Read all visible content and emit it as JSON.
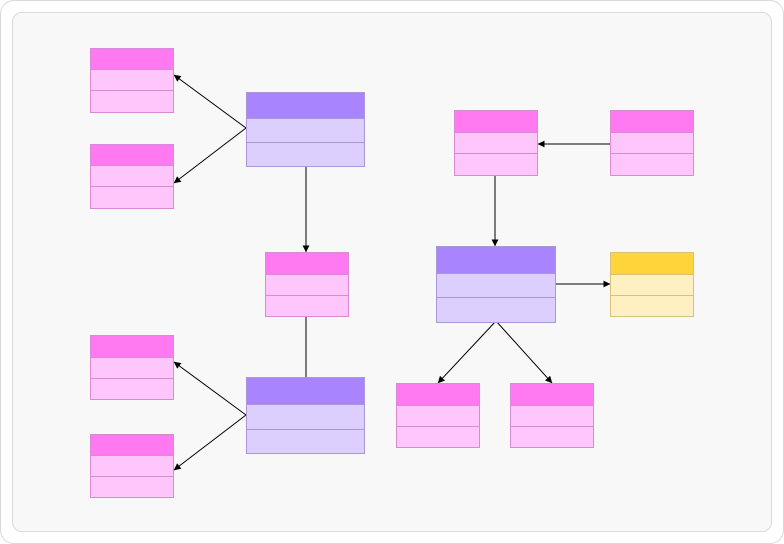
{
  "diagram": {
    "colors": {
      "pink_header": "#ff79f0",
      "pink_body": "#ffc6fb",
      "pink_border": "#d98bd2",
      "purple_header": "#a884ff",
      "purple_body": "#dccffd",
      "purple_border": "#a997d6",
      "yellow_header": "#ffd43a",
      "yellow_body": "#fff0c3",
      "yellow_border": "#d8c27a",
      "edge": "#000000"
    },
    "nodes": [
      {
        "id": "left-top-class-a",
        "theme": "pink",
        "rows": 3
      },
      {
        "id": "left-top-class-b",
        "theme": "pink",
        "rows": 3
      },
      {
        "id": "upper-center-class",
        "theme": "purple",
        "rows": 3
      },
      {
        "id": "middle-center-class",
        "theme": "pink",
        "rows": 3
      },
      {
        "id": "lower-center-class",
        "theme": "purple",
        "rows": 3
      },
      {
        "id": "left-bottom-class-a",
        "theme": "pink",
        "rows": 3
      },
      {
        "id": "left-bottom-class-b",
        "theme": "pink",
        "rows": 3
      },
      {
        "id": "right-top-class-a",
        "theme": "pink",
        "rows": 3
      },
      {
        "id": "right-top-class-b",
        "theme": "pink",
        "rows": 3
      },
      {
        "id": "right-center-class",
        "theme": "purple",
        "rows": 3
      },
      {
        "id": "right-yellow-class",
        "theme": "yellow",
        "rows": 3
      },
      {
        "id": "right-bottom-class-a",
        "theme": "pink",
        "rows": 3
      },
      {
        "id": "right-bottom-class-b",
        "theme": "pink",
        "rows": 3
      }
    ],
    "edges": [
      {
        "from": "upper-center-class",
        "to": "left-top-class-a",
        "arrow": true
      },
      {
        "from": "upper-center-class",
        "to": "left-top-class-b",
        "arrow": true
      },
      {
        "from": "upper-center-class",
        "to": "middle-center-class",
        "arrow": true
      },
      {
        "from": "lower-center-class",
        "to": "middle-center-class",
        "arrow": false
      },
      {
        "from": "lower-center-class",
        "to": "left-bottom-class-a",
        "arrow": true
      },
      {
        "from": "lower-center-class",
        "to": "left-bottom-class-b",
        "arrow": true
      },
      {
        "from": "right-top-class-b",
        "to": "right-top-class-a",
        "arrow": true
      },
      {
        "from": "right-top-class-a",
        "to": "right-center-class",
        "arrow": true
      },
      {
        "from": "right-center-class",
        "to": "right-yellow-class",
        "arrow": true
      },
      {
        "from": "right-center-class",
        "to": "right-bottom-class-a",
        "arrow": true
      },
      {
        "from": "right-center-class",
        "to": "right-bottom-class-b",
        "arrow": true
      }
    ]
  }
}
